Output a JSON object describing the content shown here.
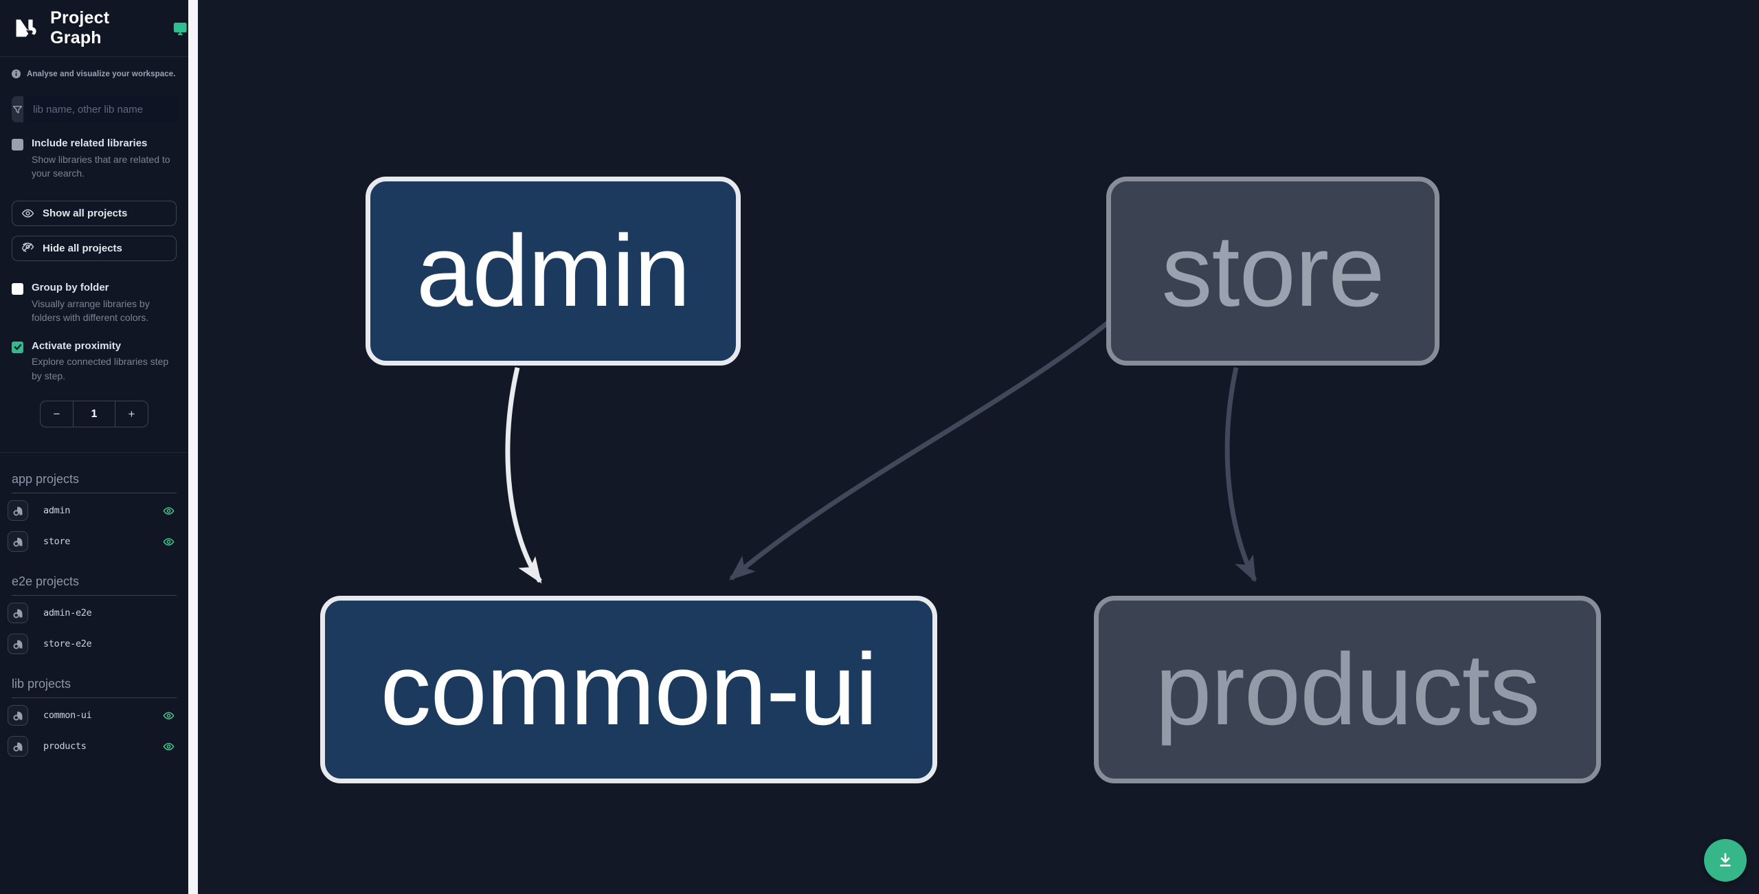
{
  "header": {
    "title": "Project Graph"
  },
  "sidebar": {
    "tagline": "Analyse and visualize your workspace.",
    "search": {
      "placeholder": "lib name, other lib name",
      "value": ""
    },
    "checkboxes": {
      "include_related": {
        "label": "Include related libraries",
        "description": "Show libraries that are related to your search.",
        "checked": false
      },
      "group_by_folder": {
        "label": "Group by folder",
        "description": "Visually arrange libraries by folders with different colors.",
        "checked": false
      },
      "activate_proximity": {
        "label": "Activate proximity",
        "description": "Explore connected libraries step by step.",
        "checked": true
      }
    },
    "buttons": {
      "show_all": "Show all projects",
      "hide_all": "Hide all projects"
    },
    "stepper": {
      "decrement": "−",
      "value": "1",
      "increment": "+"
    },
    "sections": [
      {
        "title": "app projects",
        "items": [
          {
            "name": "admin",
            "visible": true
          },
          {
            "name": "store",
            "visible": true
          }
        ]
      },
      {
        "title": "e2e projects",
        "items": [
          {
            "name": "admin-e2e",
            "visible": false
          },
          {
            "name": "store-e2e",
            "visible": false
          }
        ]
      },
      {
        "title": "lib projects",
        "items": [
          {
            "name": "common-ui",
            "visible": true
          },
          {
            "name": "products",
            "visible": true
          }
        ]
      }
    ]
  },
  "graph": {
    "nodes": [
      {
        "id": "admin",
        "label": "admin",
        "state": "focused"
      },
      {
        "id": "store",
        "label": "store",
        "state": "unfocused"
      },
      {
        "id": "common-ui",
        "label": "common-ui",
        "state": "focused"
      },
      {
        "id": "products",
        "label": "products",
        "state": "unfocused"
      }
    ],
    "edges": [
      {
        "from": "admin",
        "to": "common-ui",
        "state": "highlighted"
      },
      {
        "from": "store",
        "to": "common-ui",
        "state": "dimmed"
      },
      {
        "from": "store",
        "to": "products",
        "state": "dimmed"
      }
    ]
  },
  "colors": {
    "sidebar_bg": "#111624",
    "canvas_bg": "#131826",
    "accent_green": "#35b78a",
    "eye_green": "#42cf8d",
    "node_focused_fill": "#1b3a5e",
    "node_focused_border": "#e7e9ec",
    "node_unfocused_fill": "#3b4352",
    "node_unfocused_border": "#878e9a",
    "edge_highlighted": "#e9ebee",
    "edge_dimmed": "#404859"
  }
}
